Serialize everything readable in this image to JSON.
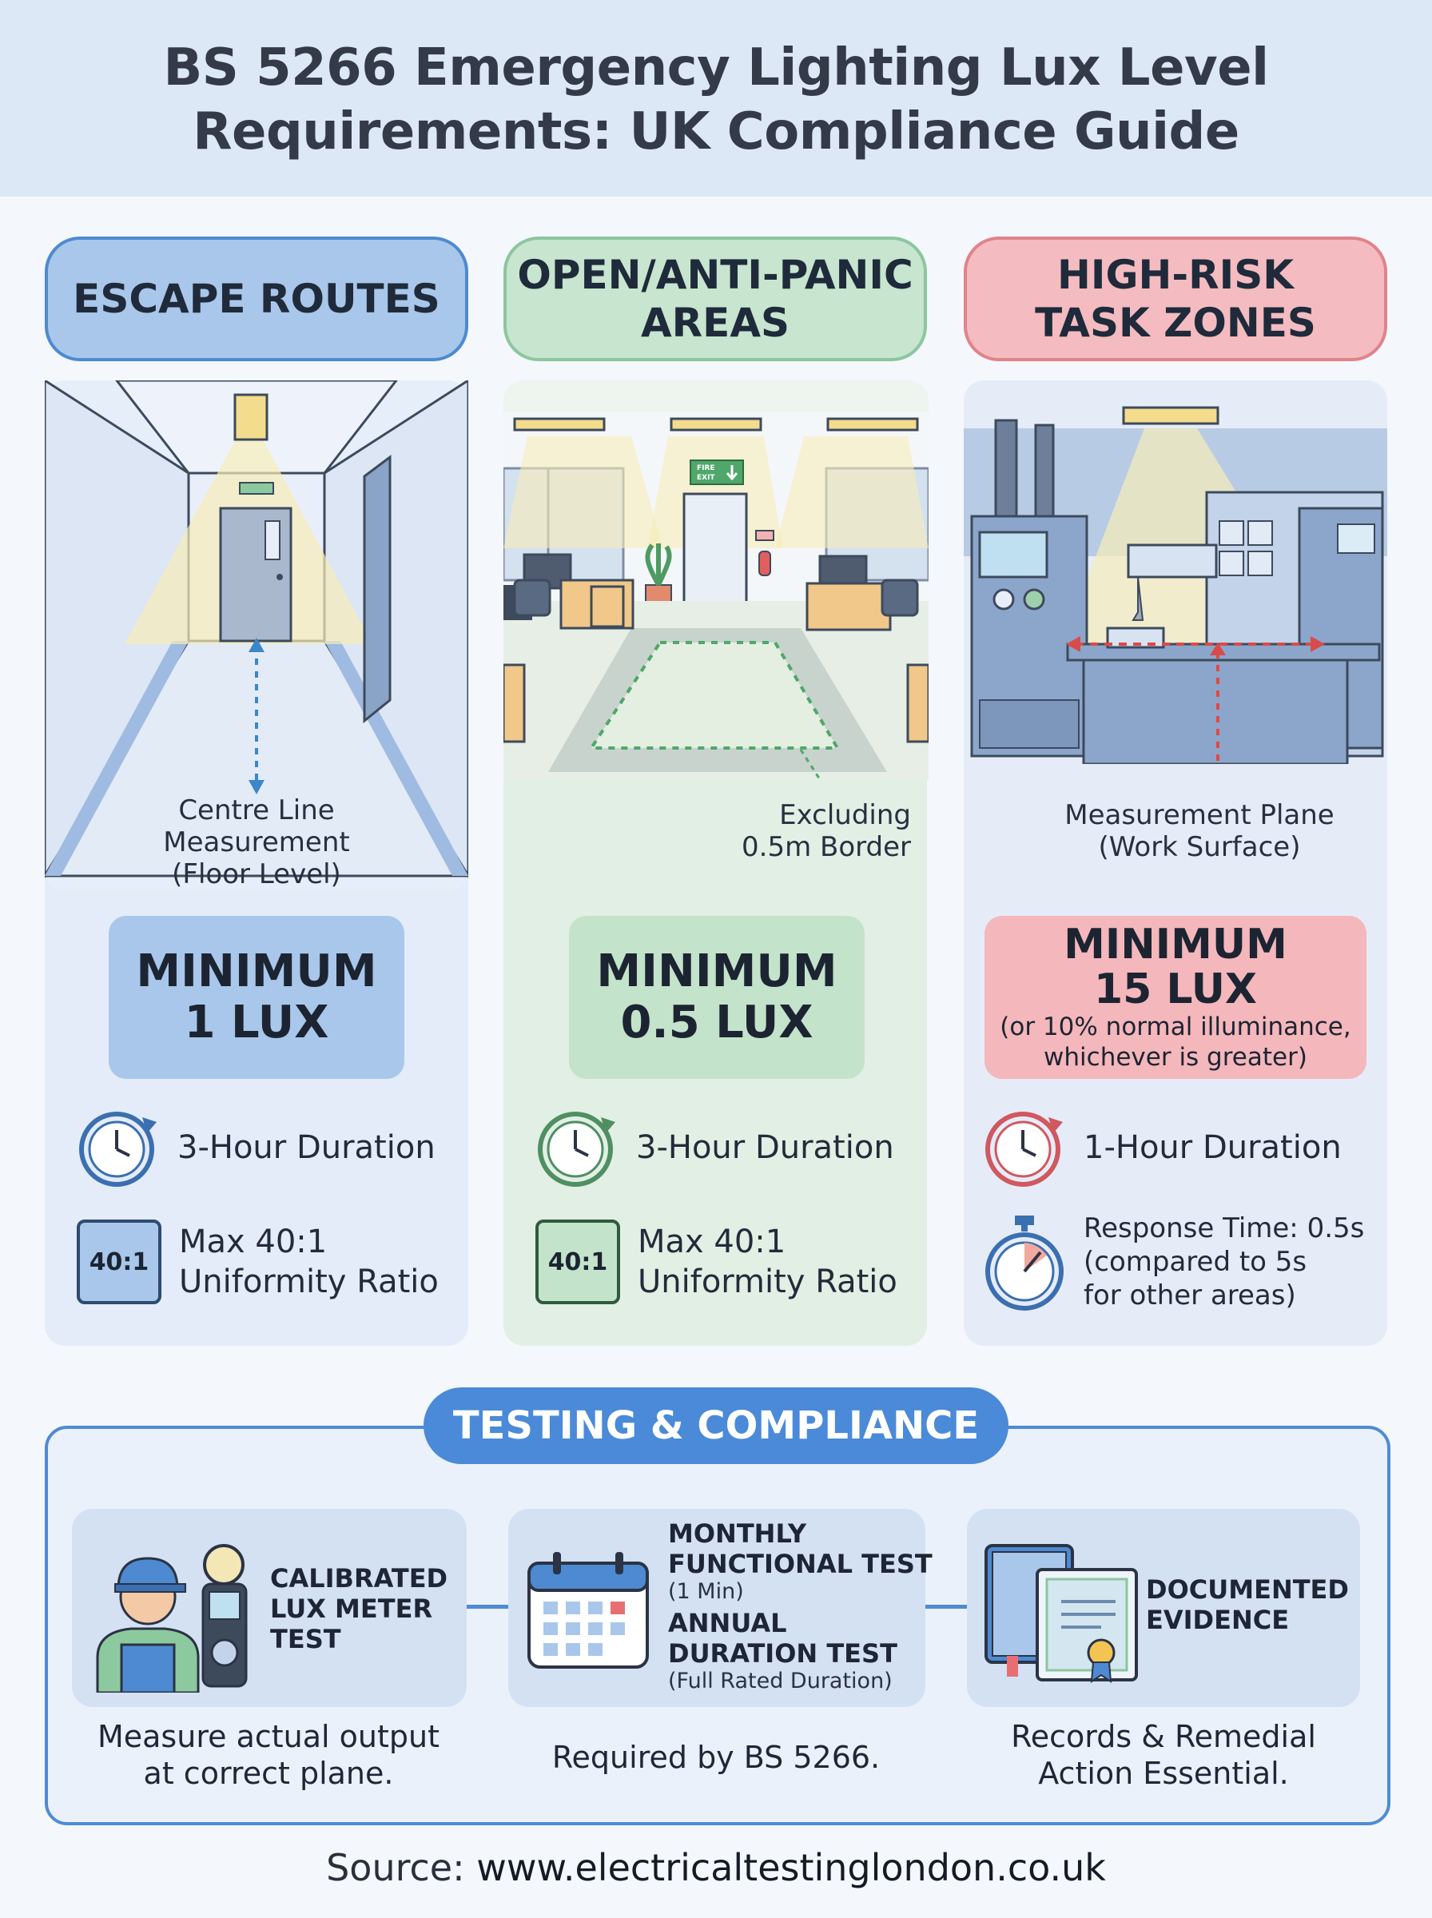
{
  "header": {
    "title_line1": "BS 5266 Emergency Lighting Lux Level",
    "title_line2": "Requirements: UK Compliance Guide"
  },
  "columns": [
    {
      "tab": [
        "ESCAPE ROUTES"
      ],
      "caption": [
        "Centre Line",
        "Measurement",
        "(Floor Level)"
      ],
      "minimum": [
        "MINIMUM",
        "1 LUX"
      ],
      "duration": "3-Hour Duration",
      "ratio_badge": "40:1",
      "ratio": [
        "Max 40:1",
        "Uniformity Ratio"
      ],
      "accent": "#4d8ad1"
    },
    {
      "tab": [
        "OPEN/ANTI-PANIC",
        "AREAS"
      ],
      "caption": [
        "Excluding",
        "0.5m Border"
      ],
      "minimum": [
        "MINIMUM",
        "0.5 LUX"
      ],
      "duration": "3-Hour Duration",
      "ratio_badge": "40:1",
      "ratio": [
        "Max 40:1",
        "Uniformity Ratio"
      ],
      "sign": [
        "FIRE",
        "EXIT"
      ],
      "accent": "#6fb587"
    },
    {
      "tab": [
        "HIGH-RISK",
        "TASK ZONES"
      ],
      "caption": [
        "Measurement Plane",
        "(Work Surface)"
      ],
      "minimum": [
        "MINIMUM",
        "15 LUX"
      ],
      "minimum_note": [
        "(or 10% normal illuminance,",
        "whichever is greater)"
      ],
      "duration": "1-Hour Duration",
      "response": [
        "Response Time: 0.5s",
        "(compared to 5s",
        "for other areas)"
      ],
      "accent": "#e0646c"
    }
  ],
  "testing": {
    "heading": "TESTING & COMPLIANCE",
    "cards": [
      {
        "label": [
          "CALIBRATED",
          "LUX METER",
          "TEST"
        ],
        "desc": [
          "Measure actual output",
          "at correct plane."
        ],
        "icon": "technician-lux-meter-icon"
      },
      {
        "label1": [
          "MONTHLY",
          "FUNCTIONAL TEST"
        ],
        "note1": "(1 Min)",
        "label2": [
          "ANNUAL",
          "DURATION TEST"
        ],
        "note2": "(Full Rated Duration)",
        "desc": [
          "Required by BS 5266."
        ],
        "icon": "calendar-icon"
      },
      {
        "label": [
          "DOCUMENTED",
          "EVIDENCE"
        ],
        "desc": [
          "Records & Remedial",
          "Action Essential."
        ],
        "icon": "logbook-certificate-icon"
      }
    ]
  },
  "source": {
    "prefix": "Source: ",
    "url": "www.electricaltestinglondon.co.uk"
  },
  "colors": {
    "blue": "#4d8ad1",
    "green": "#8cc69d",
    "red": "#e08389",
    "header_bg": "#dde8f6"
  }
}
